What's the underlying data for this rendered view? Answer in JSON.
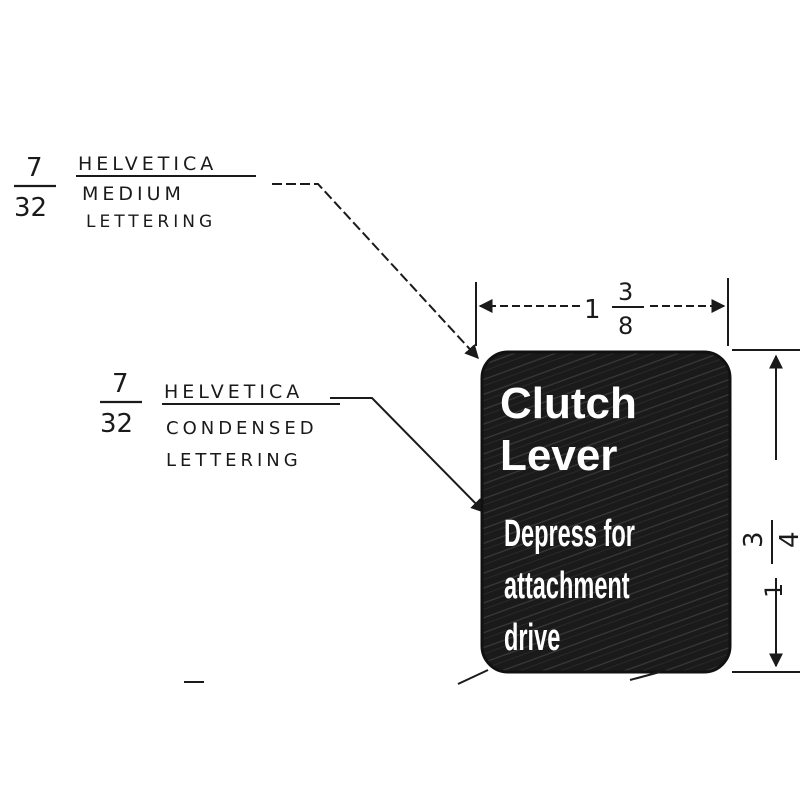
{
  "callouts": [
    {
      "size_numerator": "7",
      "size_denominator": "32",
      "lines": [
        "HELVETICA",
        "MEDIUM",
        "LETTERING"
      ]
    },
    {
      "size_numerator": "7",
      "size_denominator": "32",
      "lines": [
        "HELVETICA",
        "CONDENSED",
        "LETTERING"
      ]
    }
  ],
  "plate": {
    "title_lines": [
      "Clutch",
      "Lever"
    ],
    "body_lines": [
      "Depress for",
      "attachment",
      "drive"
    ],
    "fill_color": "#1a1a1a",
    "text_color": "#ffffff"
  },
  "dimensions": {
    "width": {
      "whole": "1",
      "numerator": "3",
      "denominator": "8"
    },
    "height": {
      "whole": "1",
      "numerator": "3",
      "denominator": "4"
    }
  }
}
